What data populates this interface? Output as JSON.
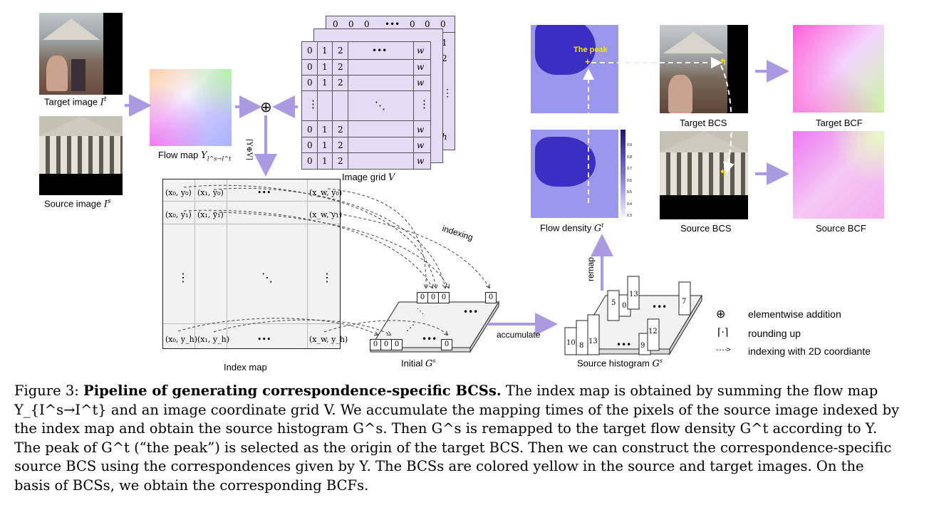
{
  "labels": {
    "target_image": "Target image ",
    "target_image_sym": "I",
    "target_image_sup": "t",
    "source_image": "Source image ",
    "source_image_sym": "I",
    "source_image_sup": "s",
    "flow_map": "Flow map ",
    "flow_map_sym": "Y",
    "flow_map_sub": "I^s→I^t",
    "image_grid": "Image grid ",
    "image_grid_sym": "V",
    "index_map": "Index map",
    "initial": "Initial ",
    "initial_sym": "G",
    "initial_sup": "s",
    "accumulate": "accumulate",
    "source_hist": "Source histogram ",
    "source_hist_sym": "G",
    "source_hist_sup": "s",
    "remap": "remap",
    "indexing": "indexing",
    "flow_density": "Flow density ",
    "flow_density_sym": "G",
    "flow_density_sup": "t",
    "the_peak": "The peak",
    "target_bcs": "Target BCS",
    "source_bcs": "Source BCS",
    "target_bcf": "Target BCF",
    "source_bcf": "Source BCF",
    "ceil_op": "⌈Y⊕V⌉",
    "plus_op": "⊕"
  },
  "legend": {
    "items": [
      {
        "symbol": "⊕",
        "text": "elementwise addition"
      },
      {
        "symbol": "⌈·⌉",
        "text": "rounding up"
      },
      {
        "symbol": "- - - ->",
        "text": "indexing with 2D coordiante"
      }
    ]
  },
  "image_grid": {
    "back_rows": [
      [
        "0",
        "0",
        "0",
        "•••",
        "0",
        "0",
        "0"
      ],
      [
        "1"
      ],
      [
        "2"
      ]
    ],
    "front_rows": [
      [
        "0",
        "1",
        "2",
        "•••",
        "w"
      ],
      [
        "0",
        "1",
        "2",
        "",
        "w"
      ],
      [
        "0",
        "1",
        "2",
        "",
        "w"
      ],
      [
        "⋮",
        "",
        "⋱",
        "",
        "⋮"
      ],
      [
        "0",
        "1",
        "2",
        "",
        "w"
      ],
      [
        "0",
        "1",
        "2",
        "",
        "w"
      ],
      [
        "0",
        "1",
        "2",
        "",
        "w"
      ]
    ],
    "back_right_col": [
      "0",
      "1",
      "2",
      "⋮",
      "h"
    ]
  },
  "index_map": {
    "cells": [
      "(x₀, y₀)",
      "(x₁, y₀)",
      "•••",
      "(x_w, y₀)",
      "(x₀, y₁)",
      "(x₁, y₁)",
      "(x_w, y₁)",
      "⋮",
      "⋱",
      "⋮",
      "(x₀, y_h)",
      "(x₁, y_h)",
      "•••",
      "(x_w, y_h)"
    ]
  },
  "histogram_values": [
    "10",
    "8",
    "13",
    "5",
    "0",
    "13",
    "7",
    "12",
    "9"
  ],
  "colorbar_ticks": [
    "0.9",
    "0.8",
    "0.7",
    "0.6",
    "0.5",
    "0.4",
    "0.3"
  ],
  "caption": {
    "prefix": "Figure 3: ",
    "bold": "Pipeline of generating correspondence-specific BCSs.",
    "line1_rest": " The index map is obtained by summing the flow map",
    "line2": "Y_{I^s→I^t} and an image coordinate grid V. We accumulate the mapping times of the pixels of the source image indexed by",
    "line3": "the index map and obtain the source histogram G^s. Then G^s is remapped to the target flow density G^t according to Y.",
    "line4": "The peak of G^t (“the peak”) is selected as the origin of the target BCS. Then we can construct the correspondence-specific",
    "line5": "source BCS using the correspondences given by Y. The BCSs are colored yellow in the source and target images. On the",
    "line6": "basis of BCSs, we obtain the corresponding BCFs."
  },
  "colors": {
    "arrow": "#a99be0",
    "grid_fill": "#e4dcf5",
    "density_bg": "#9b97ec",
    "density_blob": "#3a2fc0",
    "peak": "#f5e400"
  }
}
